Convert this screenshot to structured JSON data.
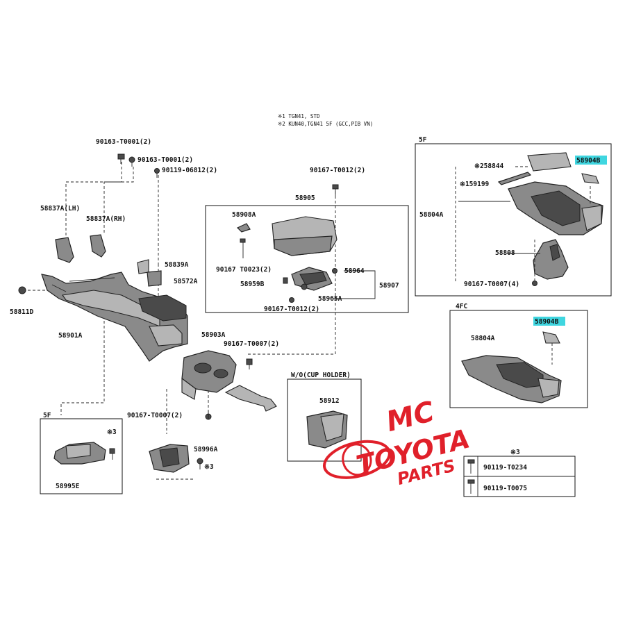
{
  "legend": {
    "note1": "※1 TGN41, STD",
    "note2": "※2 KUN40,TGN41  5F   (GCC,PIB VN)"
  },
  "labels": {
    "p90163_t0001_a": "90163-T0001(2)",
    "p90163_t0001_b": "90163-T0001(2)",
    "p90119_06812": "90119-06812(2)",
    "p90167_t0012_top": "90167-T0012(2)",
    "p58837a_lh": "58837A(LH)",
    "p58837a_rh": "58837A(RH)",
    "p58839a": "58839A",
    "p58572a": "58572A",
    "p58811d": "58811D",
    "p58901a": "58901A",
    "p58905": "58905",
    "p58908a": "58908A",
    "p90167_t0023": "90167 T0023(2)",
    "p58959b": "58959B",
    "p58964": "58964",
    "p58907": "58907",
    "p58965a": "58965A",
    "p90167_t0012_mid": "90167-T0012(2)",
    "p58903a": "58903A",
    "p90167_t0007_a": "90167-T0007(2)",
    "p90167_t0007_b": "90167-T0007(2)",
    "p58996a": "58996A",
    "x3_a": "※3",
    "x3_b": "※3",
    "p58995e": "58995E",
    "box_5f_small": "5F",
    "wo_cup": "W/O(CUP HOLDER)",
    "p58912": "58912",
    "box_5f": "5F",
    "p58844": "※258844",
    "p58904b_a": "58904B",
    "p159199": "※159199",
    "p58804a_a": "58804A",
    "p58808": "58808",
    "p90167_t0007_c": "90167-T0007(4)",
    "box_4fc": "4FC",
    "p58904b_b": "58904B",
    "p58804a_b": "58804A",
    "table_title": "※3",
    "table_row1": "90119-T0234",
    "table_row2": "90119-T0075"
  },
  "watermark": {
    "line1": "MC",
    "line2": "TOYOTA",
    "line3": "PARTS"
  },
  "colors": {
    "highlight": "#3fd6e0",
    "watermark_red": "#e0202a"
  }
}
